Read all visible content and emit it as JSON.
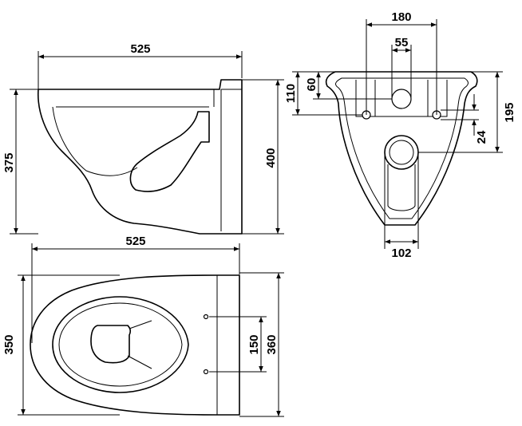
{
  "side_view": {
    "width_label": "525",
    "height_left_label": "375",
    "height_right_label": "400"
  },
  "front_view": {
    "top_label": "180",
    "inner_label": "55",
    "left_outer_label": "110",
    "left_inner_label": "60",
    "right_height_label": "195",
    "right_small_label": "24",
    "bottom_label": "102"
  },
  "top_view": {
    "width_label": "525",
    "depth_label": "350",
    "bolt_spacing_label": "150",
    "outer_depth_label": "360"
  }
}
